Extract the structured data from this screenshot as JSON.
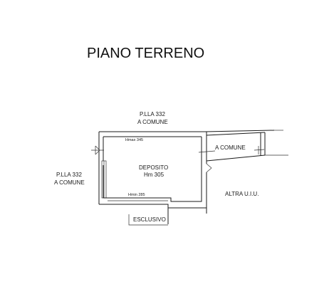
{
  "title": "PIANO TERRENO",
  "labels": {
    "north_parcel": "P.LLA 332",
    "north_common": "A COMUNE",
    "west_parcel": "P.LLA 332",
    "west_common": "A COMUNE",
    "right_common": "A COMUNE",
    "room_name": "DEPOSITO",
    "room_height": "Hm 305",
    "hmax": "Hmax 345",
    "hmin": "Hmin 285",
    "other_unit": "ALTRA U.I.U.",
    "exclusive": "ESCLUSIVO"
  },
  "colors": {
    "line": "#1a1a1a",
    "background": "#ffffff"
  }
}
